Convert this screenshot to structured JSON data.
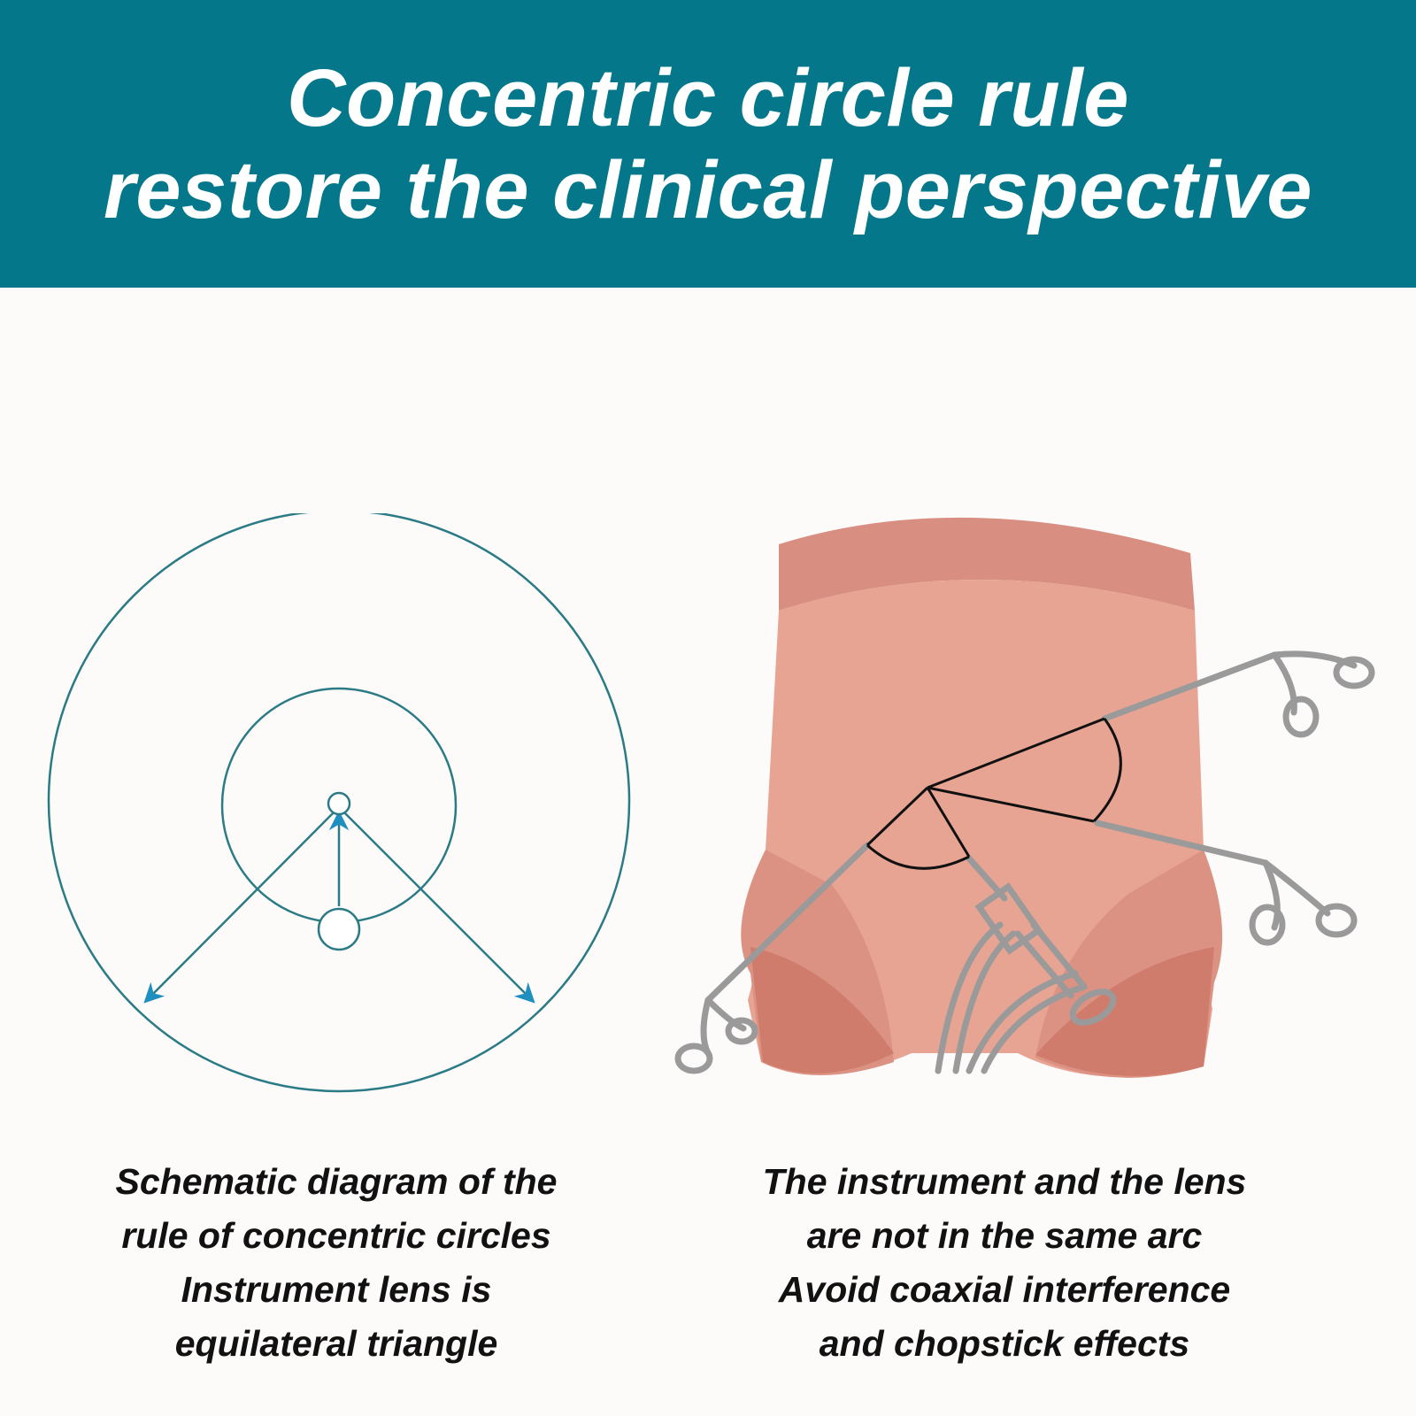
{
  "header": {
    "title_line1": "Concentric circle rule",
    "title_line2": "restore the clinical perspective"
  },
  "left_caption": {
    "line1": "Schematic diagram of the",
    "line2": "rule of concentric circles",
    "line3": "Instrument lens is",
    "line4": "equilateral triangle"
  },
  "right_caption": {
    "line1": "The instrument and the lens",
    "line2": "are not in the same arc",
    "line3": "Avoid coaxial interference",
    "line4": "and chopstick effects"
  },
  "colors": {
    "header_bg": "#04788a",
    "diagram_stroke": "#2b7b86",
    "arrow_fill": "#1e8fbf",
    "skin": "#e8a493",
    "instrument_gray": "#9a9a9a"
  }
}
